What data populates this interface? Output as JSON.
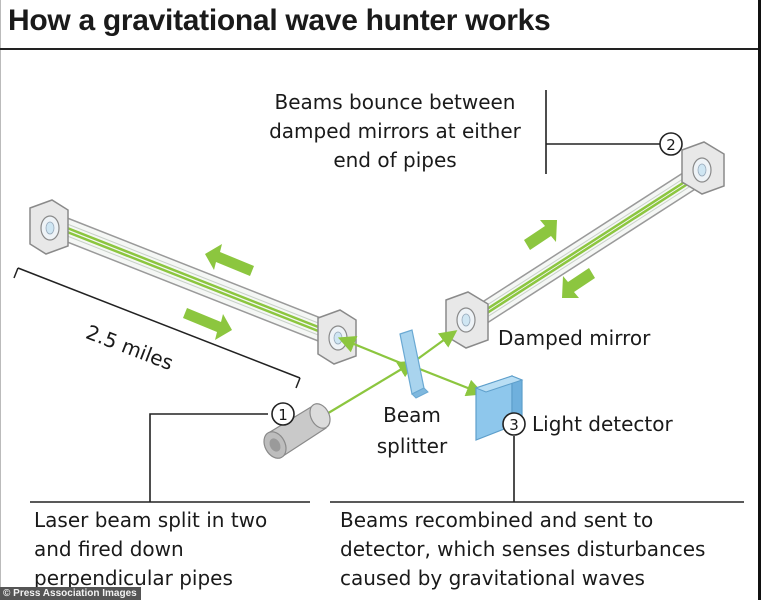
{
  "title": "How a gravitational wave hunter works",
  "labels": {
    "beams_bounce": [
      "Beams bounce between",
      "damped mirrors at either",
      "end of pipes"
    ],
    "damped_mirror": "Damped mirror",
    "distance": "2.5 miles",
    "beam_splitter": [
      "Beam",
      "splitter"
    ],
    "light_detector": "Light detector",
    "step_laser": [
      "Laser beam split in two",
      "and fired down",
      "perpendicular pipes"
    ],
    "step_detector": [
      "Beams recombined and sent to",
      "detector, which senses disturbances",
      "caused by gravitational waves"
    ]
  },
  "markers": [
    "1",
    "2",
    "3"
  ],
  "credit": "© Press Association Images",
  "colors": {
    "beam": "#8cc63f",
    "beam_dark": "#6aa52e",
    "pipe_edge": "#9a9a9a",
    "mirror_face": "#eef3f7",
    "splitter": "#a9d4ee",
    "detector": "#8ec7ec"
  }
}
